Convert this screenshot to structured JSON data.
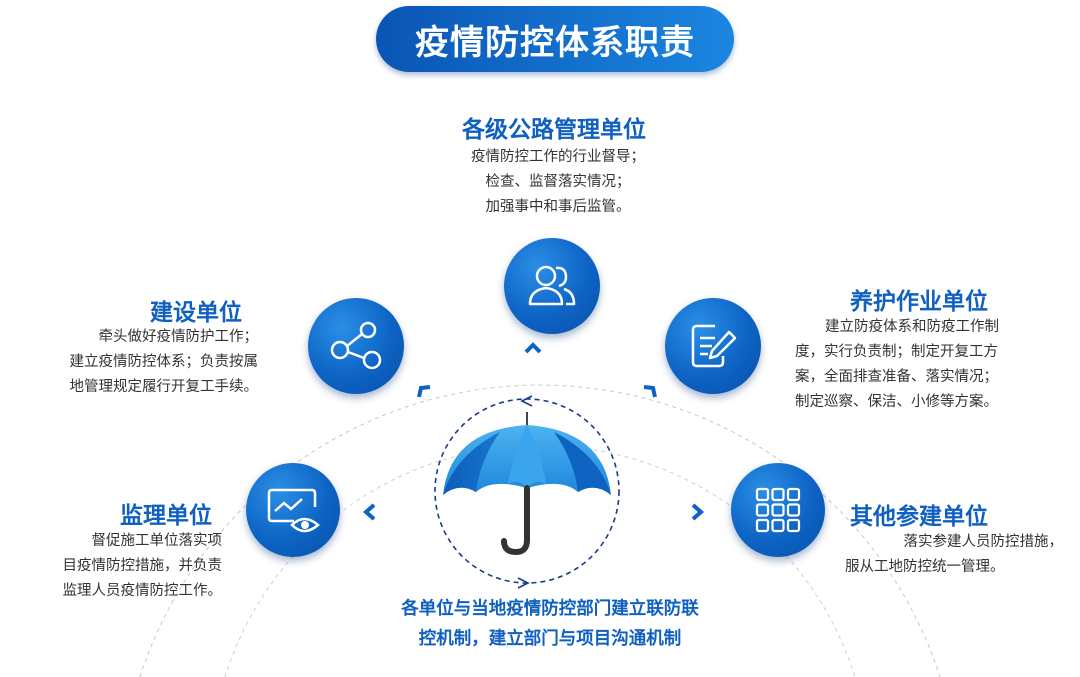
{
  "title": "疫情防控体系职责",
  "top_node": {
    "title": "各级公路管理单位",
    "lines": [
      "疫情防控工作的行业督导；",
      "检查、监督落实情况；",
      "加强事中和事后监管。"
    ],
    "icon": "users-icon"
  },
  "left_upper_node": {
    "title": "建设单位",
    "lines": [
      "牵头做好疫情防护工作；",
      "建立疫情防控体系；负责按属",
      "地管理规定履行开复工手续。"
    ],
    "icon": "share-nodes-icon"
  },
  "right_upper_node": {
    "title": "养护作业单位",
    "lines": [
      "建立防疫体系和防疫工作制",
      "度，实行负责制；制定开复工方",
      "案，全面排查准备、落实情况；",
      "制定巡察、保洁、小修等方案。"
    ],
    "icon": "edit-document-icon"
  },
  "left_lower_node": {
    "title": "监理单位",
    "lines": [
      "督促施工单位落实项",
      "目疫情防控措施，并负责",
      "监理人员疫情防控工作。"
    ],
    "icon": "monitor-eye-icon"
  },
  "right_lower_node": {
    "title": "其他参建单位",
    "lines": [
      "落实参建人员防控措施，",
      "服从工地防控统一管理。"
    ],
    "icon": "grid-apps-icon"
  },
  "center": {
    "icon": "umbrella-icon",
    "lines": [
      "各单位与当地疫情防控部门建立联防联",
      "控机制，建立部门与项目沟通机制"
    ]
  },
  "colors": {
    "primary_blue": "#1060c0",
    "icon_blue": "#0d63c4",
    "text_gray": "#333333",
    "umbrella_light": "#2a9ae8",
    "umbrella_dark": "#0b5cb8"
  }
}
